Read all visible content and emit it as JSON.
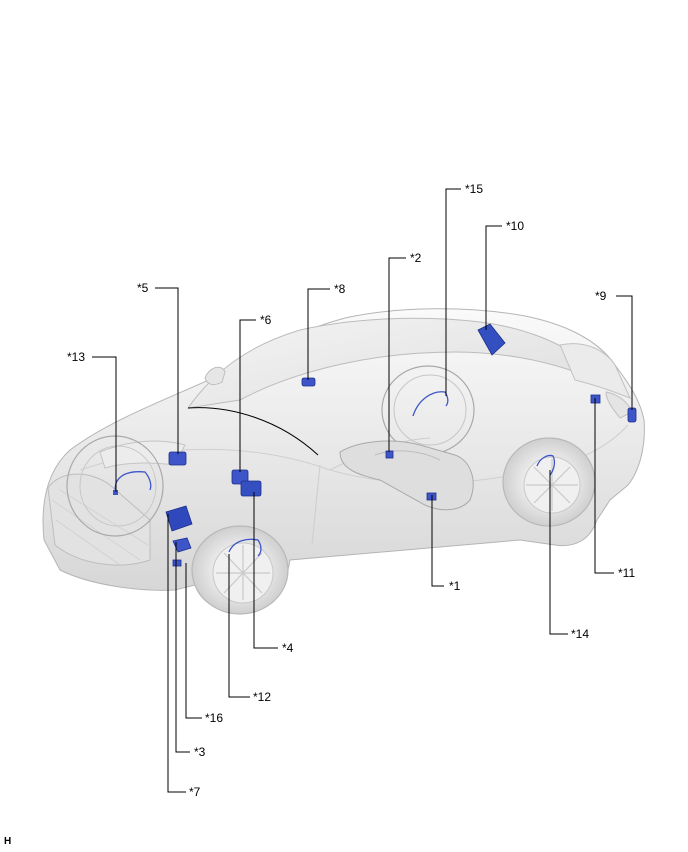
{
  "callouts": {
    "c1": "*1",
    "c2": "*2",
    "c3": "*3",
    "c4": "*4",
    "c5": "*5",
    "c6": "*6",
    "c7": "*7",
    "c8": "*8",
    "c9": "*9",
    "c10": "*10",
    "c11": "*11",
    "c12": "*12",
    "c13": "*13",
    "c14": "*14",
    "c15": "*15",
    "c16": "*16"
  },
  "footer_code": "H",
  "colors": {
    "body_light": "#f2f2f2",
    "body_mid": "#dcdcdc",
    "body_dark": "#bdbdbd",
    "component_blue": "#3d55c8",
    "component_blue_dark": "#22349a"
  }
}
